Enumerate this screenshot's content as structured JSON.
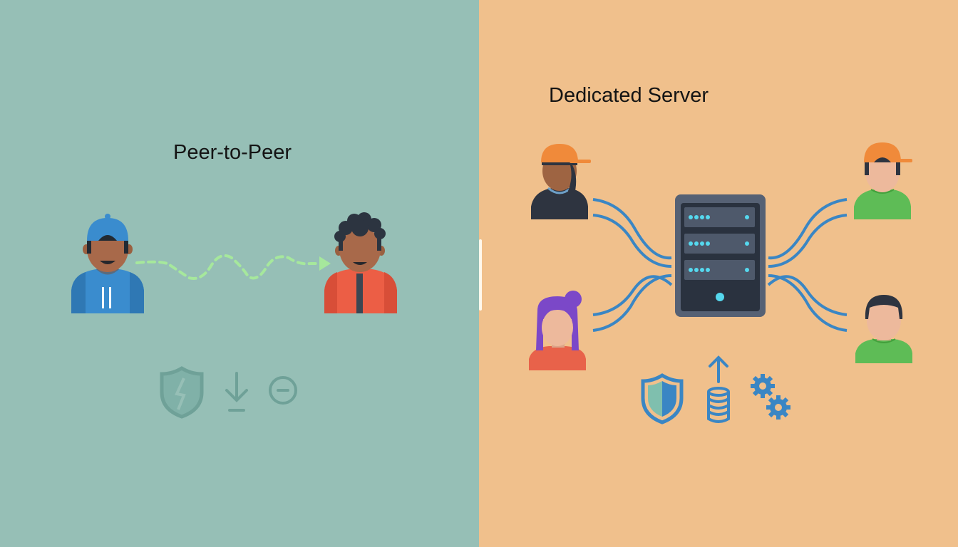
{
  "left_panel": {
    "title": "Peer-to-Peer",
    "background": "#96bfb6",
    "people": [
      {
        "name": "player-blue-cap",
        "shirt": "#3a8cce",
        "cap": "#3a8cce"
      },
      {
        "name": "player-curly-hair",
        "shirt": "#ec5e45",
        "hair": "#2c3440"
      }
    ],
    "connection": {
      "style": "dashed-wave",
      "color": "#a6e89c",
      "direction": "left-to-right"
    },
    "icons": [
      "broken-shield-icon",
      "download-icon",
      "minus-circle-icon"
    ]
  },
  "right_panel": {
    "title": "Dedicated Server",
    "background": "#f0c08c",
    "server": {
      "slots": 3,
      "led_color": "#55d8ee"
    },
    "people": [
      {
        "name": "player-orange-cap-dark",
        "position": "top-left"
      },
      {
        "name": "player-purple-hair",
        "position": "bottom-left"
      },
      {
        "name": "player-orange-cap-light",
        "position": "top-right"
      },
      {
        "name": "player-dark-hair",
        "position": "bottom-right"
      }
    ],
    "connection_color": "#3a86c4",
    "icons": [
      "shield-icon",
      "database-upload-icon",
      "gears-icon"
    ]
  }
}
